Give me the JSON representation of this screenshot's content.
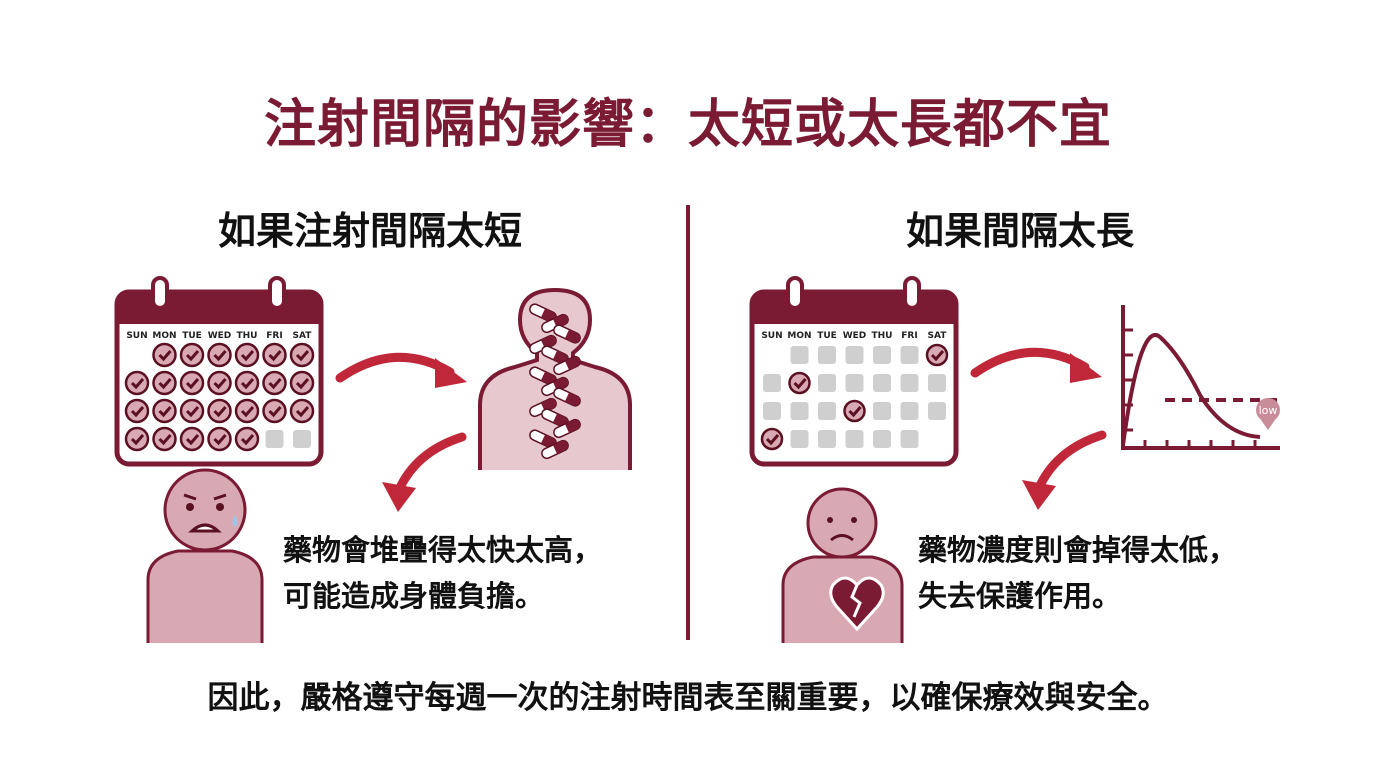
{
  "title": "注射間隔的影響：太短或太長都不宜",
  "left": {
    "heading": "如果注射間隔太短",
    "calendar": {
      "days": [
        "SUN",
        "MON",
        "TUE",
        "WED",
        "THU",
        "FRI",
        "SAT"
      ],
      "checked_days": 25,
      "empty_days": 2
    },
    "text_line1": "藥物會堆疊得太快太高，",
    "text_line2": "可能造成身體負擔。"
  },
  "right": {
    "heading": "如果間隔太長",
    "calendar": {
      "days": [
        "SUN",
        "MON",
        "TUE",
        "WED",
        "THU",
        "FRI",
        "SAT"
      ],
      "checked_cells": [
        "r0c6",
        "r1c1",
        "r2c3",
        "r3c0"
      ]
    },
    "chart_label": "low",
    "text_line1": "藥物濃度則會掉得太低，",
    "text_line2": "失去保護作用。"
  },
  "footer": "因此，嚴格遵守每週一次的注射時間表至關重要，以確保療效與安全。",
  "colors": {
    "brand": "#7a1b33",
    "fill": "#d9a9b3",
    "grey": "#cfcfcf"
  }
}
